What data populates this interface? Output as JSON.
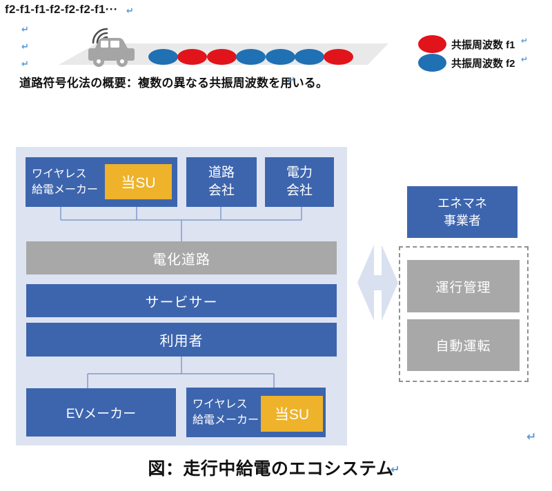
{
  "header": {
    "frequency_sequence": "f2-f1-f1-f2-f2-f2-f1···",
    "method_caption": "道路符号化法の概要：複数の異なる共振周波数を用いる。"
  },
  "legend": {
    "items": [
      {
        "name": "f1",
        "label": "共振周波数 f1",
        "color": "#e1141c"
      },
      {
        "name": "f2",
        "label": "共振周波数 f2",
        "color": "#2070b4"
      }
    ]
  },
  "road": {
    "coil_sequence": [
      "f2",
      "f1",
      "f1",
      "f2",
      "f2",
      "f2",
      "f1"
    ],
    "coil_colors": {
      "f1": "#e1141c",
      "f2": "#2070b4"
    }
  },
  "ecosystem": {
    "wireless_maker_top": "ワイヤレス\n給電メーカー",
    "our_su_top": "当SU",
    "road_company": "道路\n会社",
    "power_company": "電力\n会社",
    "electrified_road": "電化道路",
    "servicer": "サービサー",
    "user": "利用者",
    "ev_maker": "EVメーカー",
    "wireless_maker_bottom": "ワイヤレス\n給電メーカー",
    "our_su_bottom": "当SU"
  },
  "right_group": {
    "enemane": "エネマネ\n事業者",
    "operation_management": "運行管理",
    "autonomous_driving": "自動運転"
  },
  "figure_caption": "図：走行中給電のエコシステム",
  "marks": {
    "return": "↵"
  },
  "colors": {
    "box_blue": "#3d65ae",
    "box_yellow": "#eeb32a",
    "panel_blue": "#dde3f0",
    "bar_gray": "#a8a8a8",
    "arrow_blue": "#d9e0ef",
    "road_gray": "#e9e9e9",
    "car_gray": "#a5a5a5",
    "return_mark_blue": "#5b9bd5"
  }
}
